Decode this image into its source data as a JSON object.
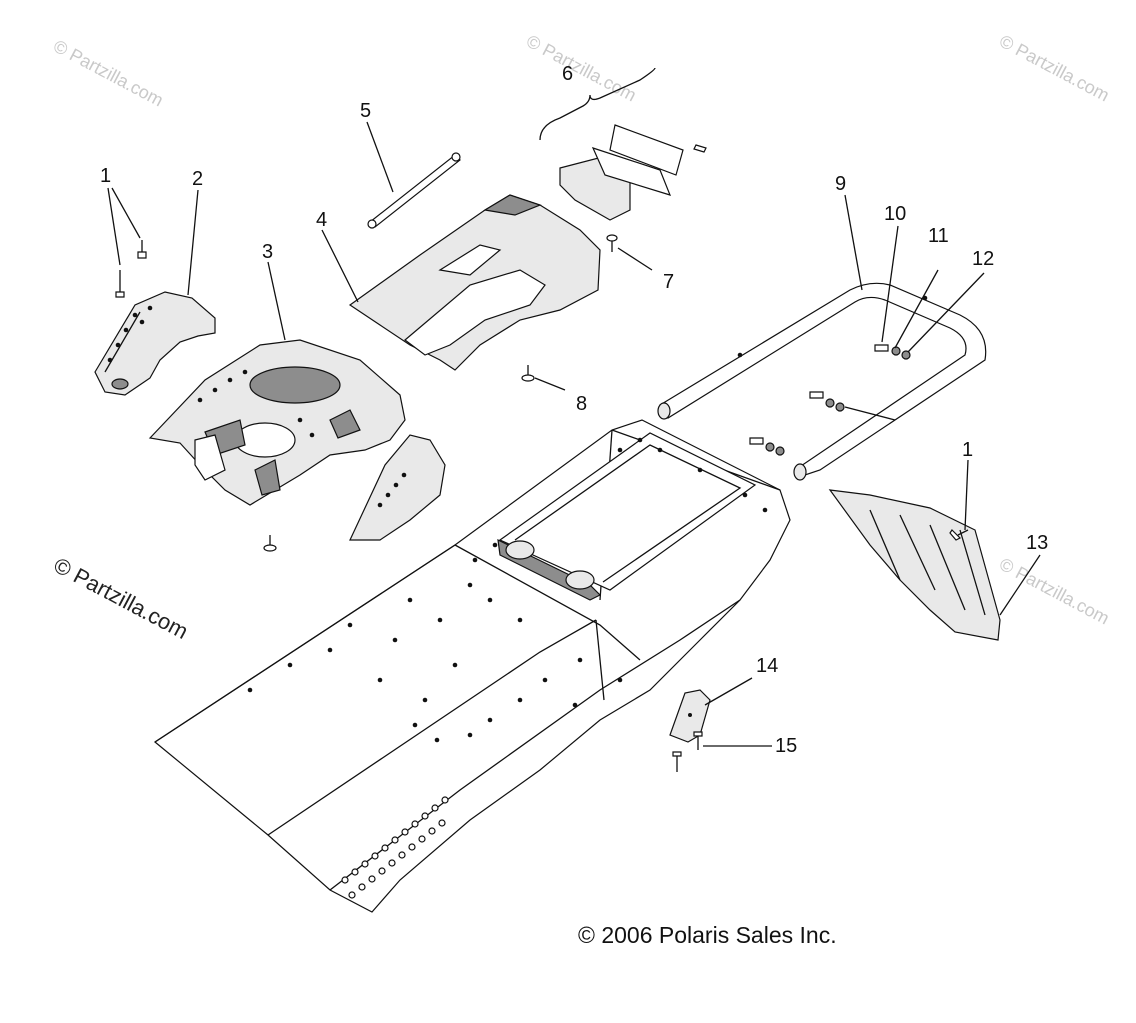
{
  "watermarks": {
    "small": "© Partzilla.com",
    "left": "© Partzilla.com"
  },
  "copyright": "© 2006 Polaris Sales Inc.",
  "callouts": {
    "c1": "1",
    "c1b": "1",
    "c2": "2",
    "c3": "3",
    "c4": "4",
    "c5": "5",
    "c6": "6",
    "c7": "7",
    "c8": "8",
    "c9": "9",
    "c10": "10",
    "c11": "11",
    "c12": "12",
    "c13": "13",
    "c14": "14",
    "c15": "15"
  }
}
